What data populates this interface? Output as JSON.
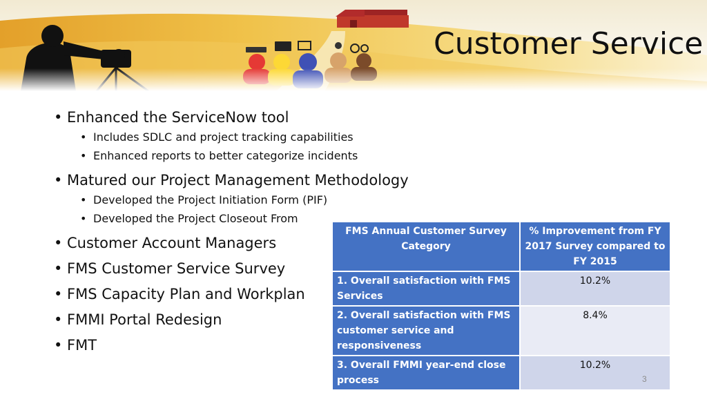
{
  "slide": {
    "title": "Customer Service",
    "page_number": "3"
  },
  "bullets": [
    {
      "text": "Enhanced the ServiceNow tool",
      "sub": [
        "Includes SDLC and project tracking capabilities",
        "Enhanced reports to better categorize incidents"
      ]
    },
    {
      "text": "Matured our Project Management Methodology",
      "sub": [
        "Developed the Project Initiation Form (PIF)",
        "Developed the Project Closeout From"
      ]
    },
    {
      "text": "Customer Account Managers",
      "sub": []
    },
    {
      "text": "FMS Customer Service Survey",
      "sub": []
    },
    {
      "text": "FMS Capacity Plan and Workplan",
      "sub": []
    },
    {
      "text": "FMMI Portal Redesign",
      "sub": []
    },
    {
      "text": "FMT",
      "sub": []
    }
  ],
  "table": {
    "headers": [
      "FMS Annual Customer Survey Category",
      "% Improvement from FY 2017 Survey compared to FY 2015"
    ],
    "rows": [
      {
        "category": "1. Overall satisfaction with FMS Services",
        "value": "10.2%"
      },
      {
        "category": "2. Overall satisfaction with FMS customer service and responsiveness",
        "value": "8.4%"
      },
      {
        "category": "3. Overall FMMI year-end close process",
        "value": "10.2%"
      }
    ]
  },
  "colors": {
    "table_header": "#4472c4",
    "row_dark": "#cfd5ea",
    "row_light": "#e9ebf5"
  }
}
